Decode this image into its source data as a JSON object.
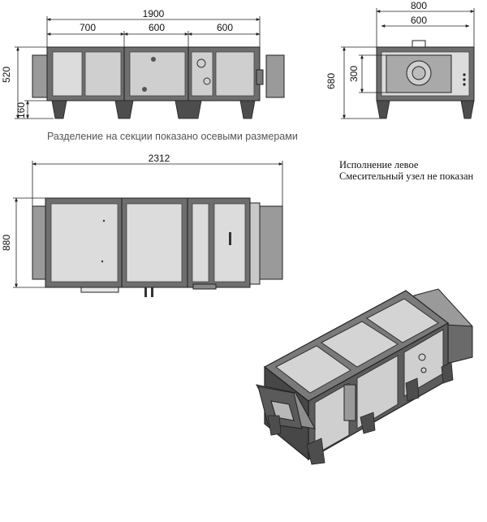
{
  "dimensions": {
    "front_total_width": "1900",
    "front_section_1": "700",
    "front_section_2": "600",
    "front_section_3": "600",
    "front_height": "520",
    "front_leg_height": "160",
    "side_total_width": "800",
    "side_inner_width": "600",
    "side_height": "680",
    "side_fan_height": "300",
    "top_total_length": "2312",
    "top_width": "880"
  },
  "notes": {
    "section_division": "Разделение на секции показано осевыми размерами",
    "execution": "Исполнение левое",
    "mixing_unit": "Смесительный узел не показан"
  }
}
